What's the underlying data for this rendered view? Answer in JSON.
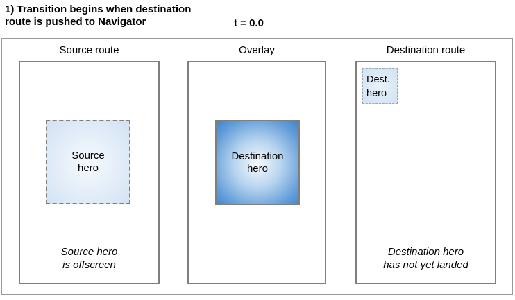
{
  "header": {
    "title": "1) Transition begins when destination\nroute is pushed to Navigator",
    "time_label": "t = 0.0"
  },
  "panels": [
    {
      "title": "Source route",
      "hero_label": "Source\nhero",
      "caption": "Source hero\nis offscreen"
    },
    {
      "title": "Overlay",
      "hero_label": "Destination\nhero",
      "caption": ""
    },
    {
      "title": "Destination route",
      "hero_label": "Dest.\nhero",
      "caption": "Destination hero\nhas not yet landed"
    }
  ],
  "colors": {
    "text": "#000000",
    "frame-border": "#999999",
    "panel-border": "#7f7f7f",
    "dash-border": "#808080",
    "dash-border-light": "#9aa5ad",
    "hero-blue": "#4184c9",
    "hero-light": "#d1e2f3",
    "hero-center": "#f6fafd"
  }
}
